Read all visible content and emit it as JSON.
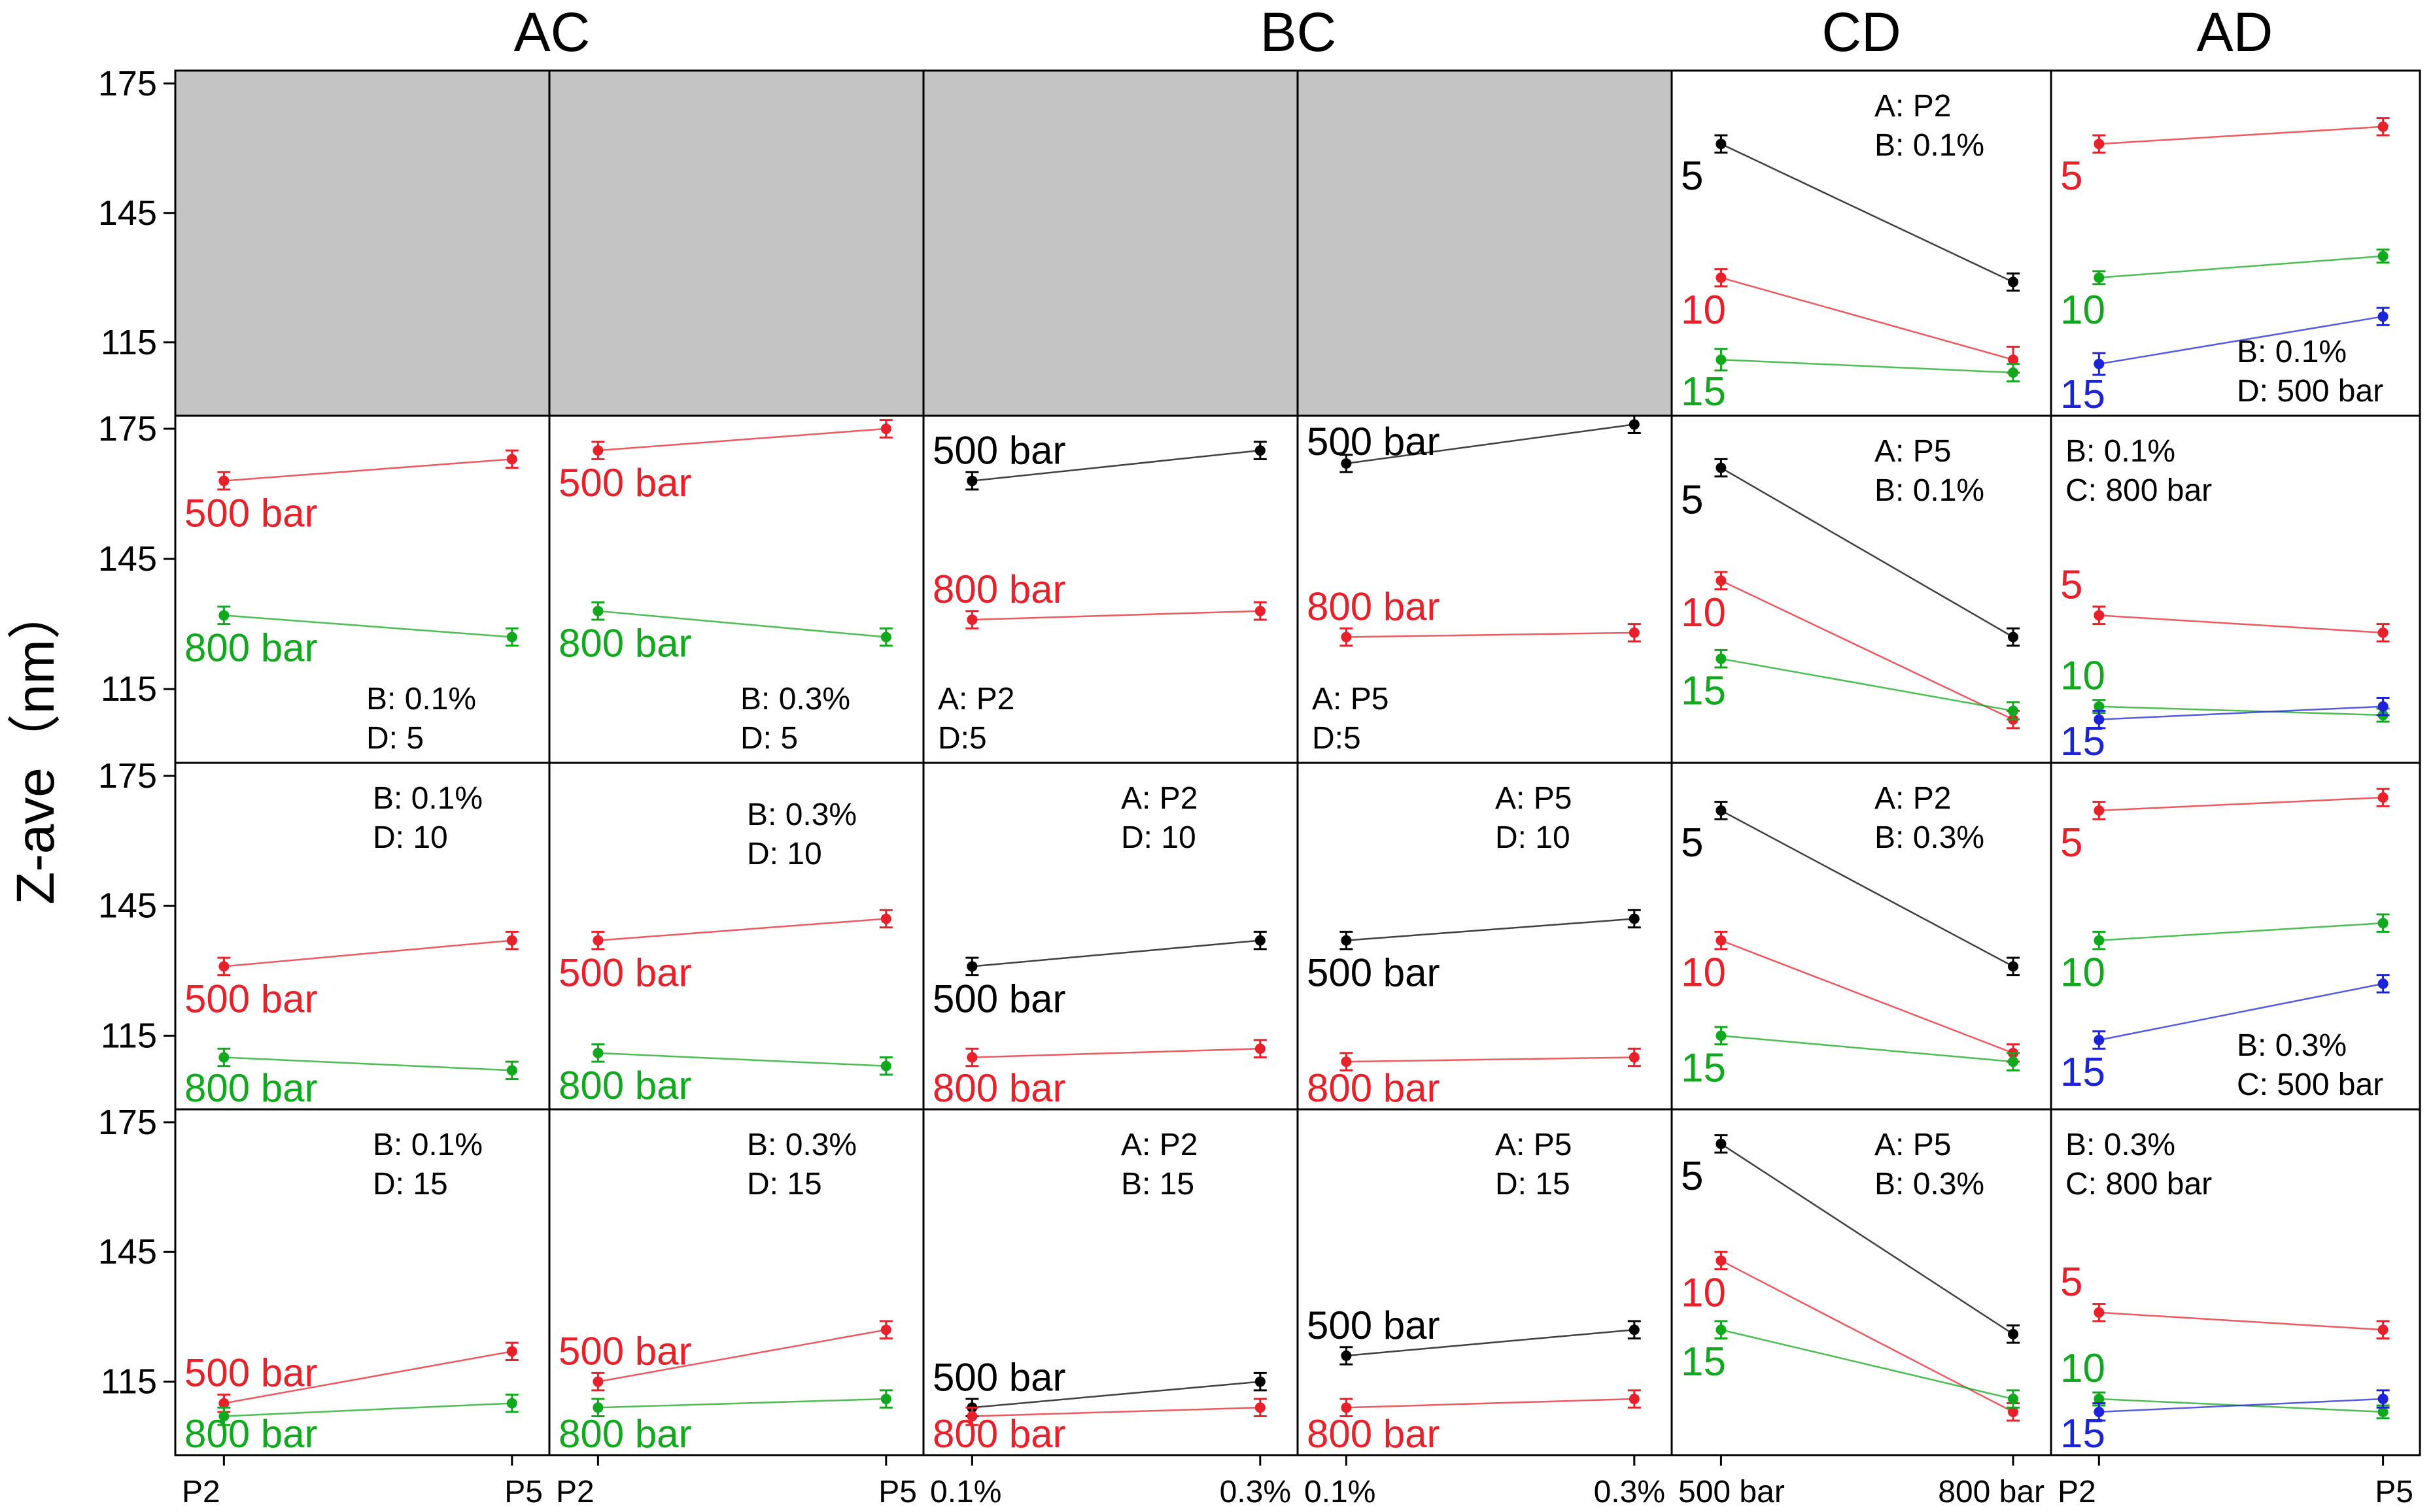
{
  "figure": {
    "ylabel": "Z-ave（nm）",
    "column_headers": [
      "AC",
      "BC",
      "CD",
      "AD"
    ],
    "yticks": [
      175,
      145,
      115
    ],
    "ylim": [
      98,
      178
    ]
  },
  "colors": {
    "black": "#000000",
    "red": "#e8202a",
    "green": "#10a81c",
    "blue": "#1c24d6",
    "empty_panel": "#c4c4c4"
  },
  "chart_data": [
    {
      "type": "line",
      "row": 0,
      "col": 0,
      "empty": true
    },
    {
      "type": "line",
      "row": 0,
      "col": 1,
      "empty": true
    },
    {
      "type": "line",
      "row": 0,
      "col": 2,
      "empty": true
    },
    {
      "type": "line",
      "row": 0,
      "col": 3,
      "empty": true
    },
    {
      "type": "line",
      "row": 0,
      "col": 4,
      "categories": [
        "500 bar",
        "800 bar"
      ],
      "series": [
        {
          "name": "5",
          "color": "black",
          "values": [
            161,
            129
          ],
          "err": [
            2,
            2
          ],
          "label_pos": "left-under"
        },
        {
          "name": "10",
          "color": "red",
          "values": [
            130,
            111
          ],
          "err": [
            2,
            3
          ],
          "label_pos": "left-under"
        },
        {
          "name": "15",
          "color": "green",
          "values": [
            111,
            108
          ],
          "err": [
            2.5,
            2
          ],
          "label_pos": "left-under"
        }
      ],
      "annotations": [
        "A: P2",
        "B: 0.1%"
      ],
      "annot_pos": "top-right"
    },
    {
      "type": "line",
      "row": 0,
      "col": 5,
      "categories": [
        "P2",
        "P5"
      ],
      "series": [
        {
          "name": "5",
          "color": "red",
          "values": [
            161,
            165
          ],
          "err": [
            2,
            2
          ],
          "label_pos": "left-under"
        },
        {
          "name": "10",
          "color": "green",
          "values": [
            130,
            135
          ],
          "err": [
            1.5,
            1.5
          ],
          "label_pos": "left-under"
        },
        {
          "name": "15",
          "color": "blue",
          "values": [
            110,
            121
          ],
          "err": [
            2.5,
            2
          ],
          "label_pos": "left-under"
        }
      ],
      "annotations": [
        "B: 0.1%",
        "D: 500 bar"
      ],
      "annot_pos": "bottom-right"
    },
    {
      "type": "line",
      "row": 1,
      "col": 0,
      "categories": [
        "P2",
        "P5"
      ],
      "series": [
        {
          "name": "500 bar",
          "color": "red",
          "values": [
            163,
            168
          ],
          "err": [
            2,
            2
          ],
          "label_pos": "left-under"
        },
        {
          "name": "800 bar",
          "color": "green",
          "values": [
            132,
            127
          ],
          "err": [
            2,
            2
          ],
          "label_pos": "left-under"
        }
      ],
      "annotations": [
        "B: 0.1%",
        "D: 5"
      ],
      "annot_pos": "bottom-right"
    },
    {
      "type": "line",
      "row": 1,
      "col": 1,
      "categories": [
        "P2",
        "P5"
      ],
      "series": [
        {
          "name": "500 bar",
          "color": "red",
          "values": [
            170,
            175
          ],
          "err": [
            2,
            2
          ],
          "label_pos": "left-under"
        },
        {
          "name": "800 bar",
          "color": "green",
          "values": [
            133,
            127
          ],
          "err": [
            2,
            2
          ],
          "label_pos": "left-under"
        }
      ],
      "annotations": [
        "B: 0.3%",
        "D: 5"
      ],
      "annot_pos": "bottom-right"
    },
    {
      "type": "line",
      "row": 1,
      "col": 2,
      "categories": [
        "0.1%",
        "0.3%"
      ],
      "series": [
        {
          "name": "500 bar",
          "color": "black",
          "values": [
            163,
            170
          ],
          "err": [
            2,
            2
          ],
          "label_pos": "left-above"
        },
        {
          "name": "800 bar",
          "color": "red",
          "values": [
            131,
            133
          ],
          "err": [
            2,
            2
          ],
          "label_pos": "left-above"
        }
      ],
      "annotations": [
        "A: P2",
        "D:5"
      ],
      "annot_pos": "bottom-left"
    },
    {
      "type": "line",
      "row": 1,
      "col": 3,
      "categories": [
        "0.1%",
        "0.3%"
      ],
      "series": [
        {
          "name": "500 bar",
          "color": "black",
          "values": [
            167,
            176
          ],
          "err": [
            2,
            2
          ],
          "label_pos": "left-above"
        },
        {
          "name": "800 bar",
          "color": "red",
          "values": [
            127,
            128
          ],
          "err": [
            2,
            2
          ],
          "label_pos": "left-above"
        }
      ],
      "annotations": [
        "A: P5",
        "D:5"
      ],
      "annot_pos": "bottom-left"
    },
    {
      "type": "line",
      "row": 1,
      "col": 4,
      "categories": [
        "500 bar",
        "800 bar"
      ],
      "series": [
        {
          "name": "5",
          "color": "black",
          "values": [
            166,
            127
          ],
          "err": [
            2,
            2
          ],
          "label_pos": "left-under"
        },
        {
          "name": "10",
          "color": "red",
          "values": [
            140,
            108
          ],
          "err": [
            2,
            2
          ],
          "label_pos": "left-under"
        },
        {
          "name": "15",
          "color": "green",
          "values": [
            122,
            110
          ],
          "err": [
            2,
            2
          ],
          "label_pos": "left-under"
        }
      ],
      "annotations": [
        "A: P5",
        "B: 0.1%"
      ],
      "annot_pos": "top-right"
    },
    {
      "type": "line",
      "row": 1,
      "col": 5,
      "categories": [
        "P2",
        "P5"
      ],
      "series": [
        {
          "name": "5",
          "color": "red",
          "values": [
            132,
            128
          ],
          "err": [
            2,
            2
          ],
          "label_pos": "left-above"
        },
        {
          "name": "10",
          "color": "green",
          "values": [
            111,
            109
          ],
          "err": [
            1.5,
            1.5
          ],
          "label_pos": "left-above"
        },
        {
          "name": "15",
          "color": "blue",
          "values": [
            108,
            111
          ],
          "err": [
            2,
            2
          ],
          "label_pos": "left-under"
        }
      ],
      "annotations": [
        "B: 0.1%",
        "C: 800 bar"
      ],
      "annot_pos": "top-left"
    },
    {
      "type": "line",
      "row": 2,
      "col": 0,
      "categories": [
        "P2",
        "P5"
      ],
      "series": [
        {
          "name": "500 bar",
          "color": "red",
          "values": [
            131,
            137
          ],
          "err": [
            2,
            2
          ],
          "label_pos": "left-under"
        },
        {
          "name": "800 bar",
          "color": "green",
          "values": [
            110,
            107
          ],
          "err": [
            2,
            2
          ],
          "label_pos": "left-under"
        }
      ],
      "annotations": [
        "B: 0.1%",
        "D: 10"
      ],
      "annot_pos": "top-right"
    },
    {
      "type": "line",
      "row": 2,
      "col": 1,
      "categories": [
        "P2",
        "P5"
      ],
      "series": [
        {
          "name": "500 bar",
          "color": "red",
          "values": [
            137,
            142
          ],
          "err": [
            2,
            2
          ],
          "label_pos": "left-under"
        },
        {
          "name": "800 bar",
          "color": "green",
          "values": [
            111,
            108
          ],
          "err": [
            2,
            2
          ],
          "label_pos": "left-under"
        }
      ],
      "annotations": [
        "B: 0.3%",
        "D: 10"
      ],
      "annot_pos": "top-right-low"
    },
    {
      "type": "line",
      "row": 2,
      "col": 2,
      "categories": [
        "0.1%",
        "0.3%"
      ],
      "series": [
        {
          "name": "500 bar",
          "color": "black",
          "values": [
            131,
            137
          ],
          "err": [
            2,
            2
          ],
          "label_pos": "left-under"
        },
        {
          "name": "800 bar",
          "color": "red",
          "values": [
            110,
            112
          ],
          "err": [
            2,
            2
          ],
          "label_pos": "left-under"
        }
      ],
      "annotations": [
        "A: P2",
        "D: 10"
      ],
      "annot_pos": "top-right"
    },
    {
      "type": "line",
      "row": 2,
      "col": 3,
      "categories": [
        "0.1%",
        "0.3%"
      ],
      "series": [
        {
          "name": "500 bar",
          "color": "black",
          "values": [
            137,
            142
          ],
          "err": [
            2,
            2
          ],
          "label_pos": "left-under"
        },
        {
          "name": "800 bar",
          "color": "red",
          "values": [
            109,
            110
          ],
          "err": [
            2,
            2
          ],
          "label_pos": "left-under"
        }
      ],
      "annotations": [
        "A: P5",
        "D: 10"
      ],
      "annot_pos": "top-right"
    },
    {
      "type": "line",
      "row": 2,
      "col": 4,
      "categories": [
        "500 bar",
        "800 bar"
      ],
      "series": [
        {
          "name": "5",
          "color": "black",
          "values": [
            167,
            131
          ],
          "err": [
            2,
            2
          ],
          "label_pos": "left-under"
        },
        {
          "name": "10",
          "color": "red",
          "values": [
            137,
            111
          ],
          "err": [
            2,
            2
          ],
          "label_pos": "left-under"
        },
        {
          "name": "15",
          "color": "green",
          "values": [
            115,
            109
          ],
          "err": [
            2,
            2
          ],
          "label_pos": "left-under"
        }
      ],
      "annotations": [
        "A: P2",
        "B: 0.3%"
      ],
      "annot_pos": "top-right"
    },
    {
      "type": "line",
      "row": 2,
      "col": 5,
      "categories": [
        "P2",
        "P5"
      ],
      "series": [
        {
          "name": "5",
          "color": "red",
          "values": [
            167,
            170
          ],
          "err": [
            2,
            2
          ],
          "label_pos": "left-under"
        },
        {
          "name": "10",
          "color": "green",
          "values": [
            137,
            141
          ],
          "err": [
            2,
            2
          ],
          "label_pos": "left-under"
        },
        {
          "name": "15",
          "color": "blue",
          "values": [
            114,
            127
          ],
          "err": [
            2,
            2
          ],
          "label_pos": "left-under"
        }
      ],
      "annotations": [
        "B: 0.3%",
        "C: 500 bar"
      ],
      "annot_pos": "bottom-right"
    },
    {
      "type": "line",
      "row": 3,
      "col": 0,
      "categories": [
        "P2",
        "P5"
      ],
      "series": [
        {
          "name": "500 bar",
          "color": "red",
          "values": [
            110,
            122
          ],
          "err": [
            2,
            2
          ],
          "label_pos": "left-above"
        },
        {
          "name": "800 bar",
          "color": "green",
          "values": [
            107,
            110
          ],
          "err": [
            2,
            2
          ],
          "label_pos": "left-under"
        }
      ],
      "annotations": [
        "B: 0.1%",
        "D: 15"
      ],
      "annot_pos": "top-right"
    },
    {
      "type": "line",
      "row": 3,
      "col": 1,
      "categories": [
        "P2",
        "P5"
      ],
      "series": [
        {
          "name": "500 bar",
          "color": "red",
          "values": [
            115,
            127
          ],
          "err": [
            2,
            2
          ],
          "label_pos": "left-above"
        },
        {
          "name": "800 bar",
          "color": "green",
          "values": [
            109,
            111
          ],
          "err": [
            2,
            2
          ],
          "label_pos": "left-under"
        }
      ],
      "annotations": [
        "B: 0.3%",
        "D: 15"
      ],
      "annot_pos": "top-right"
    },
    {
      "type": "line",
      "row": 3,
      "col": 2,
      "categories": [
        "0.1%",
        "0.3%"
      ],
      "series": [
        {
          "name": "500 bar",
          "color": "black",
          "values": [
            109,
            115
          ],
          "err": [
            2,
            2
          ],
          "label_pos": "left-above"
        },
        {
          "name": "800 bar",
          "color": "red",
          "values": [
            107,
            109
          ],
          "err": [
            2,
            2
          ],
          "label_pos": "left-under"
        }
      ],
      "annotations": [
        "A: P2",
        "B: 15"
      ],
      "annot_pos": "top-right"
    },
    {
      "type": "line",
      "row": 3,
      "col": 3,
      "categories": [
        "0.1%",
        "0.3%"
      ],
      "series": [
        {
          "name": "500 bar",
          "color": "black",
          "values": [
            121,
            127
          ],
          "err": [
            2,
            2
          ],
          "label_pos": "left-above"
        },
        {
          "name": "800 bar",
          "color": "red",
          "values": [
            109,
            111
          ],
          "err": [
            2,
            2
          ],
          "label_pos": "left-under"
        }
      ],
      "annotations": [
        "A: P5",
        "D: 15"
      ],
      "annot_pos": "top-right"
    },
    {
      "type": "line",
      "row": 3,
      "col": 4,
      "categories": [
        "500 bar",
        "800 bar"
      ],
      "series": [
        {
          "name": "5",
          "color": "black",
          "values": [
            170,
            126
          ],
          "err": [
            2,
            2
          ],
          "label_pos": "left-under"
        },
        {
          "name": "10",
          "color": "red",
          "values": [
            143,
            108
          ],
          "err": [
            2,
            2
          ],
          "label_pos": "left-under"
        },
        {
          "name": "15",
          "color": "green",
          "values": [
            127,
            111
          ],
          "err": [
            2,
            2
          ],
          "label_pos": "left-under"
        }
      ],
      "annotations": [
        "A: P5",
        "B: 0.3%"
      ],
      "annot_pos": "top-right"
    },
    {
      "type": "line",
      "row": 3,
      "col": 5,
      "categories": [
        "P2",
        "P5"
      ],
      "series": [
        {
          "name": "5",
          "color": "red",
          "values": [
            131,
            127
          ],
          "err": [
            2,
            2
          ],
          "label_pos": "left-above"
        },
        {
          "name": "10",
          "color": "green",
          "values": [
            111,
            108
          ],
          "err": [
            1.5,
            1.5
          ],
          "label_pos": "left-above"
        },
        {
          "name": "15",
          "color": "blue",
          "values": [
            108,
            111
          ],
          "err": [
            2,
            2
          ],
          "label_pos": "left-under"
        }
      ],
      "annotations": [
        "B: 0.3%",
        "C: 800 bar"
      ],
      "annot_pos": "top-left"
    }
  ]
}
